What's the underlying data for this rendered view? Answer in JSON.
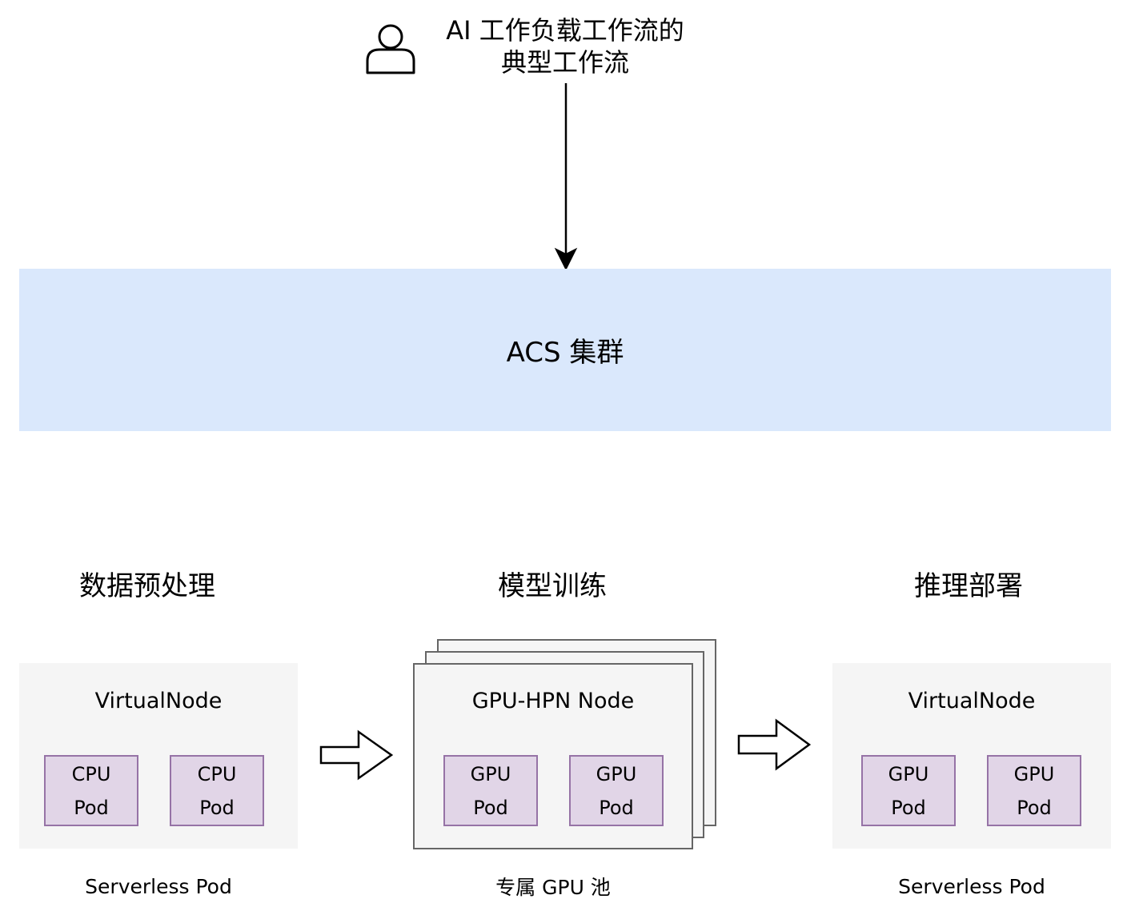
{
  "header": {
    "title_line1": "AI 工作负载工作流的",
    "title_line2": "典型工作流",
    "icon": "user-icon"
  },
  "cluster": {
    "label": "ACS 集群"
  },
  "stages": [
    {
      "title": "数据预处理",
      "node": "VirtualNode",
      "pods": [
        {
          "line1": "CPU",
          "line2": "Pod"
        },
        {
          "line1": "CPU",
          "line2": "Pod"
        }
      ],
      "caption": "Serverless Pod"
    },
    {
      "title": "模型训练",
      "node": "GPU-HPN Node",
      "pods": [
        {
          "line1": "GPU",
          "line2": "Pod"
        },
        {
          "line1": "GPU",
          "line2": "Pod"
        }
      ],
      "caption": "专属 GPU 池"
    },
    {
      "title": "推理部署",
      "node": "VirtualNode",
      "pods": [
        {
          "line1": "GPU",
          "line2": "Pod"
        },
        {
          "line1": "GPU",
          "line2": "Pod"
        }
      ],
      "caption": "Serverless Pod"
    }
  ],
  "colors": {
    "cluster_fill": "#dae8fc",
    "node_fill": "#f5f5f5",
    "node_border": "#666666",
    "pod_fill": "#e1d5e7",
    "pod_border": "#9673a6"
  }
}
